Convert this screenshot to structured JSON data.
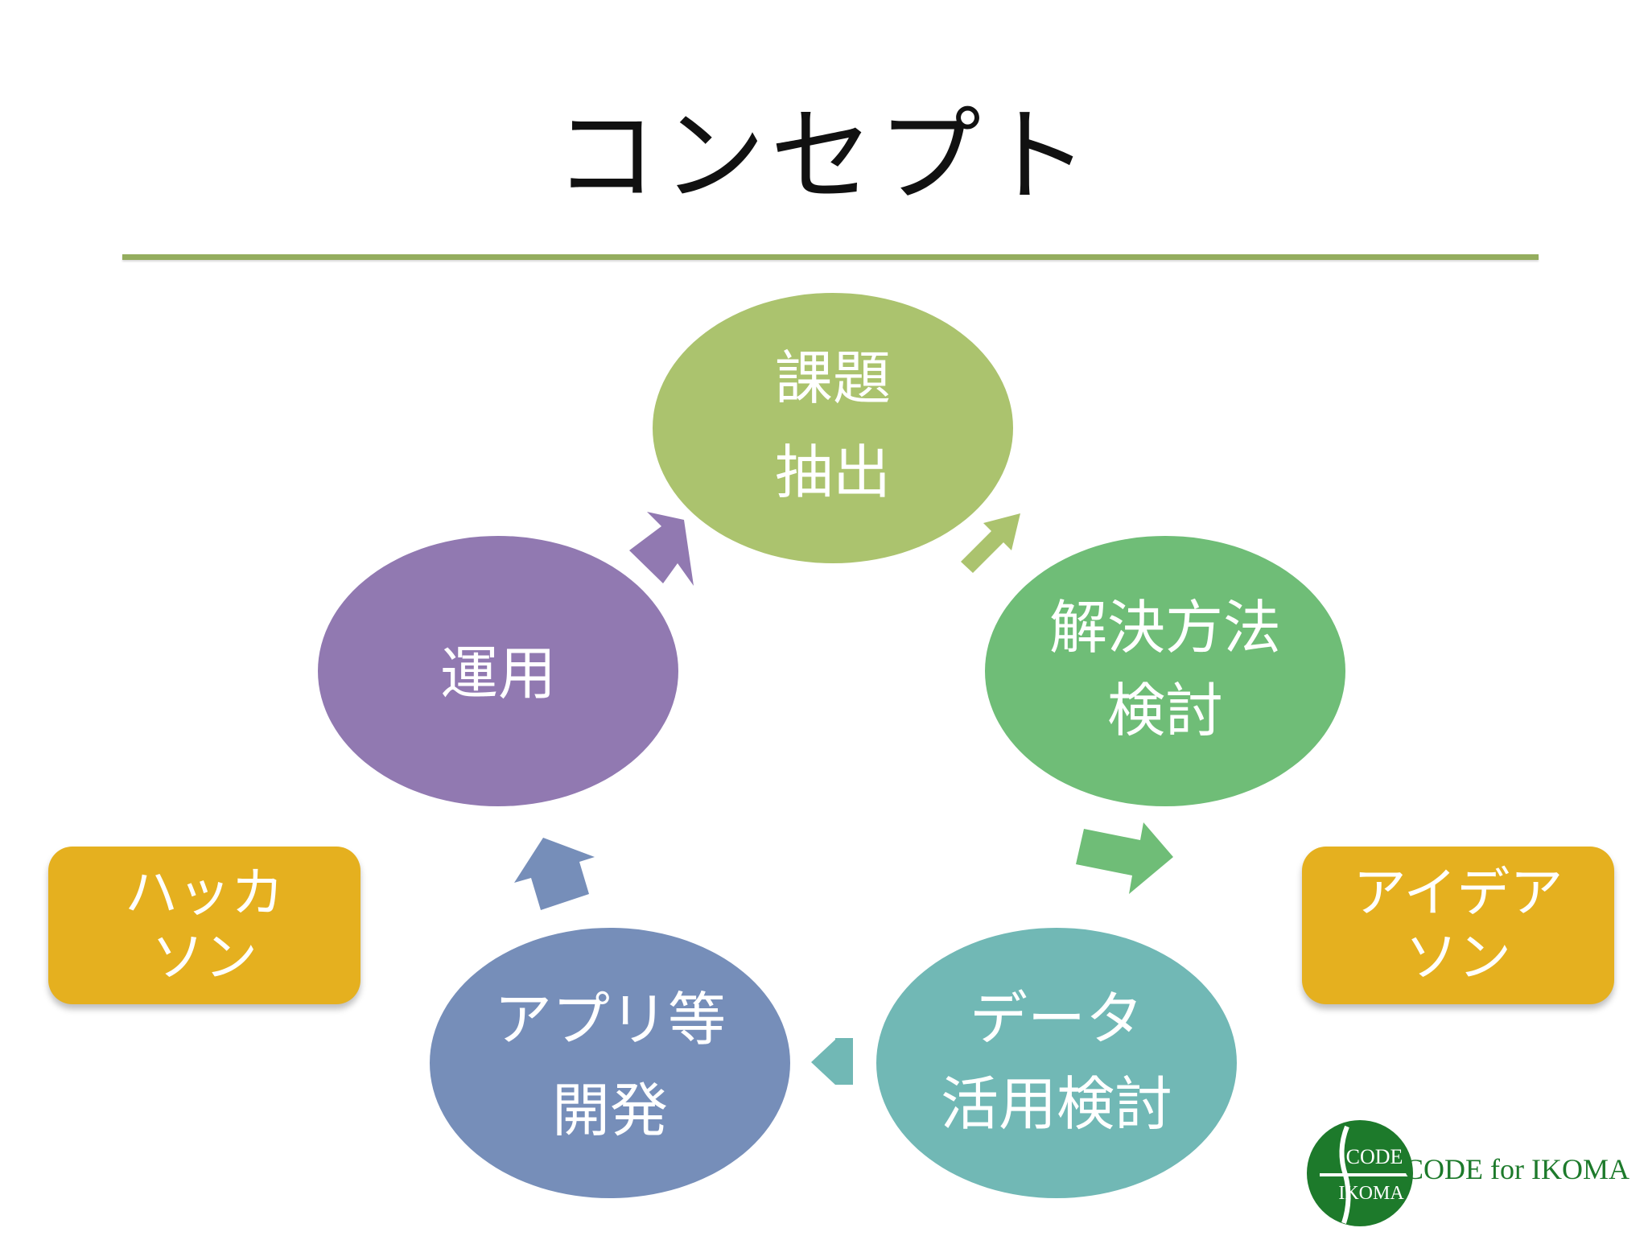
{
  "title": "コンセプト",
  "colors": {
    "rule": "#94ad5e",
    "side_box": "#e5b01f",
    "logo_green": "#1d7a2b"
  },
  "nodes": [
    {
      "id": "issue",
      "lines": [
        "課題",
        "抽出"
      ],
      "color": "#abc36e"
    },
    {
      "id": "solution",
      "lines": [
        "解決方法",
        "検討"
      ],
      "color": "#6fbd77"
    },
    {
      "id": "data",
      "lines": [
        "データ",
        "活用検討"
      ],
      "color": "#71b8b5"
    },
    {
      "id": "app",
      "lines": [
        "アプリ等",
        "開発"
      ],
      "color": "#768eb9"
    },
    {
      "id": "ops",
      "lines": [
        "運用"
      ],
      "color": "#9179b1"
    }
  ],
  "arrows": [
    {
      "from": "issue",
      "to": "solution",
      "color": "#abc36e"
    },
    {
      "from": "solution",
      "to": "data",
      "color": "#6fbd77"
    },
    {
      "from": "data",
      "to": "app",
      "color": "#71b8b5"
    },
    {
      "from": "app",
      "to": "ops",
      "color": "#768eb9"
    },
    {
      "from": "ops",
      "to": "issue",
      "color": "#9179b1"
    }
  ],
  "side_boxes": {
    "left": {
      "lines": [
        "ハッカ",
        "ソン"
      ]
    },
    "right": {
      "lines": [
        "アイデア",
        "ソン"
      ]
    }
  },
  "logo": {
    "badge_top": "CODE",
    "badge_bottom": "IKOMA",
    "text": "CODE for IKOMA"
  }
}
